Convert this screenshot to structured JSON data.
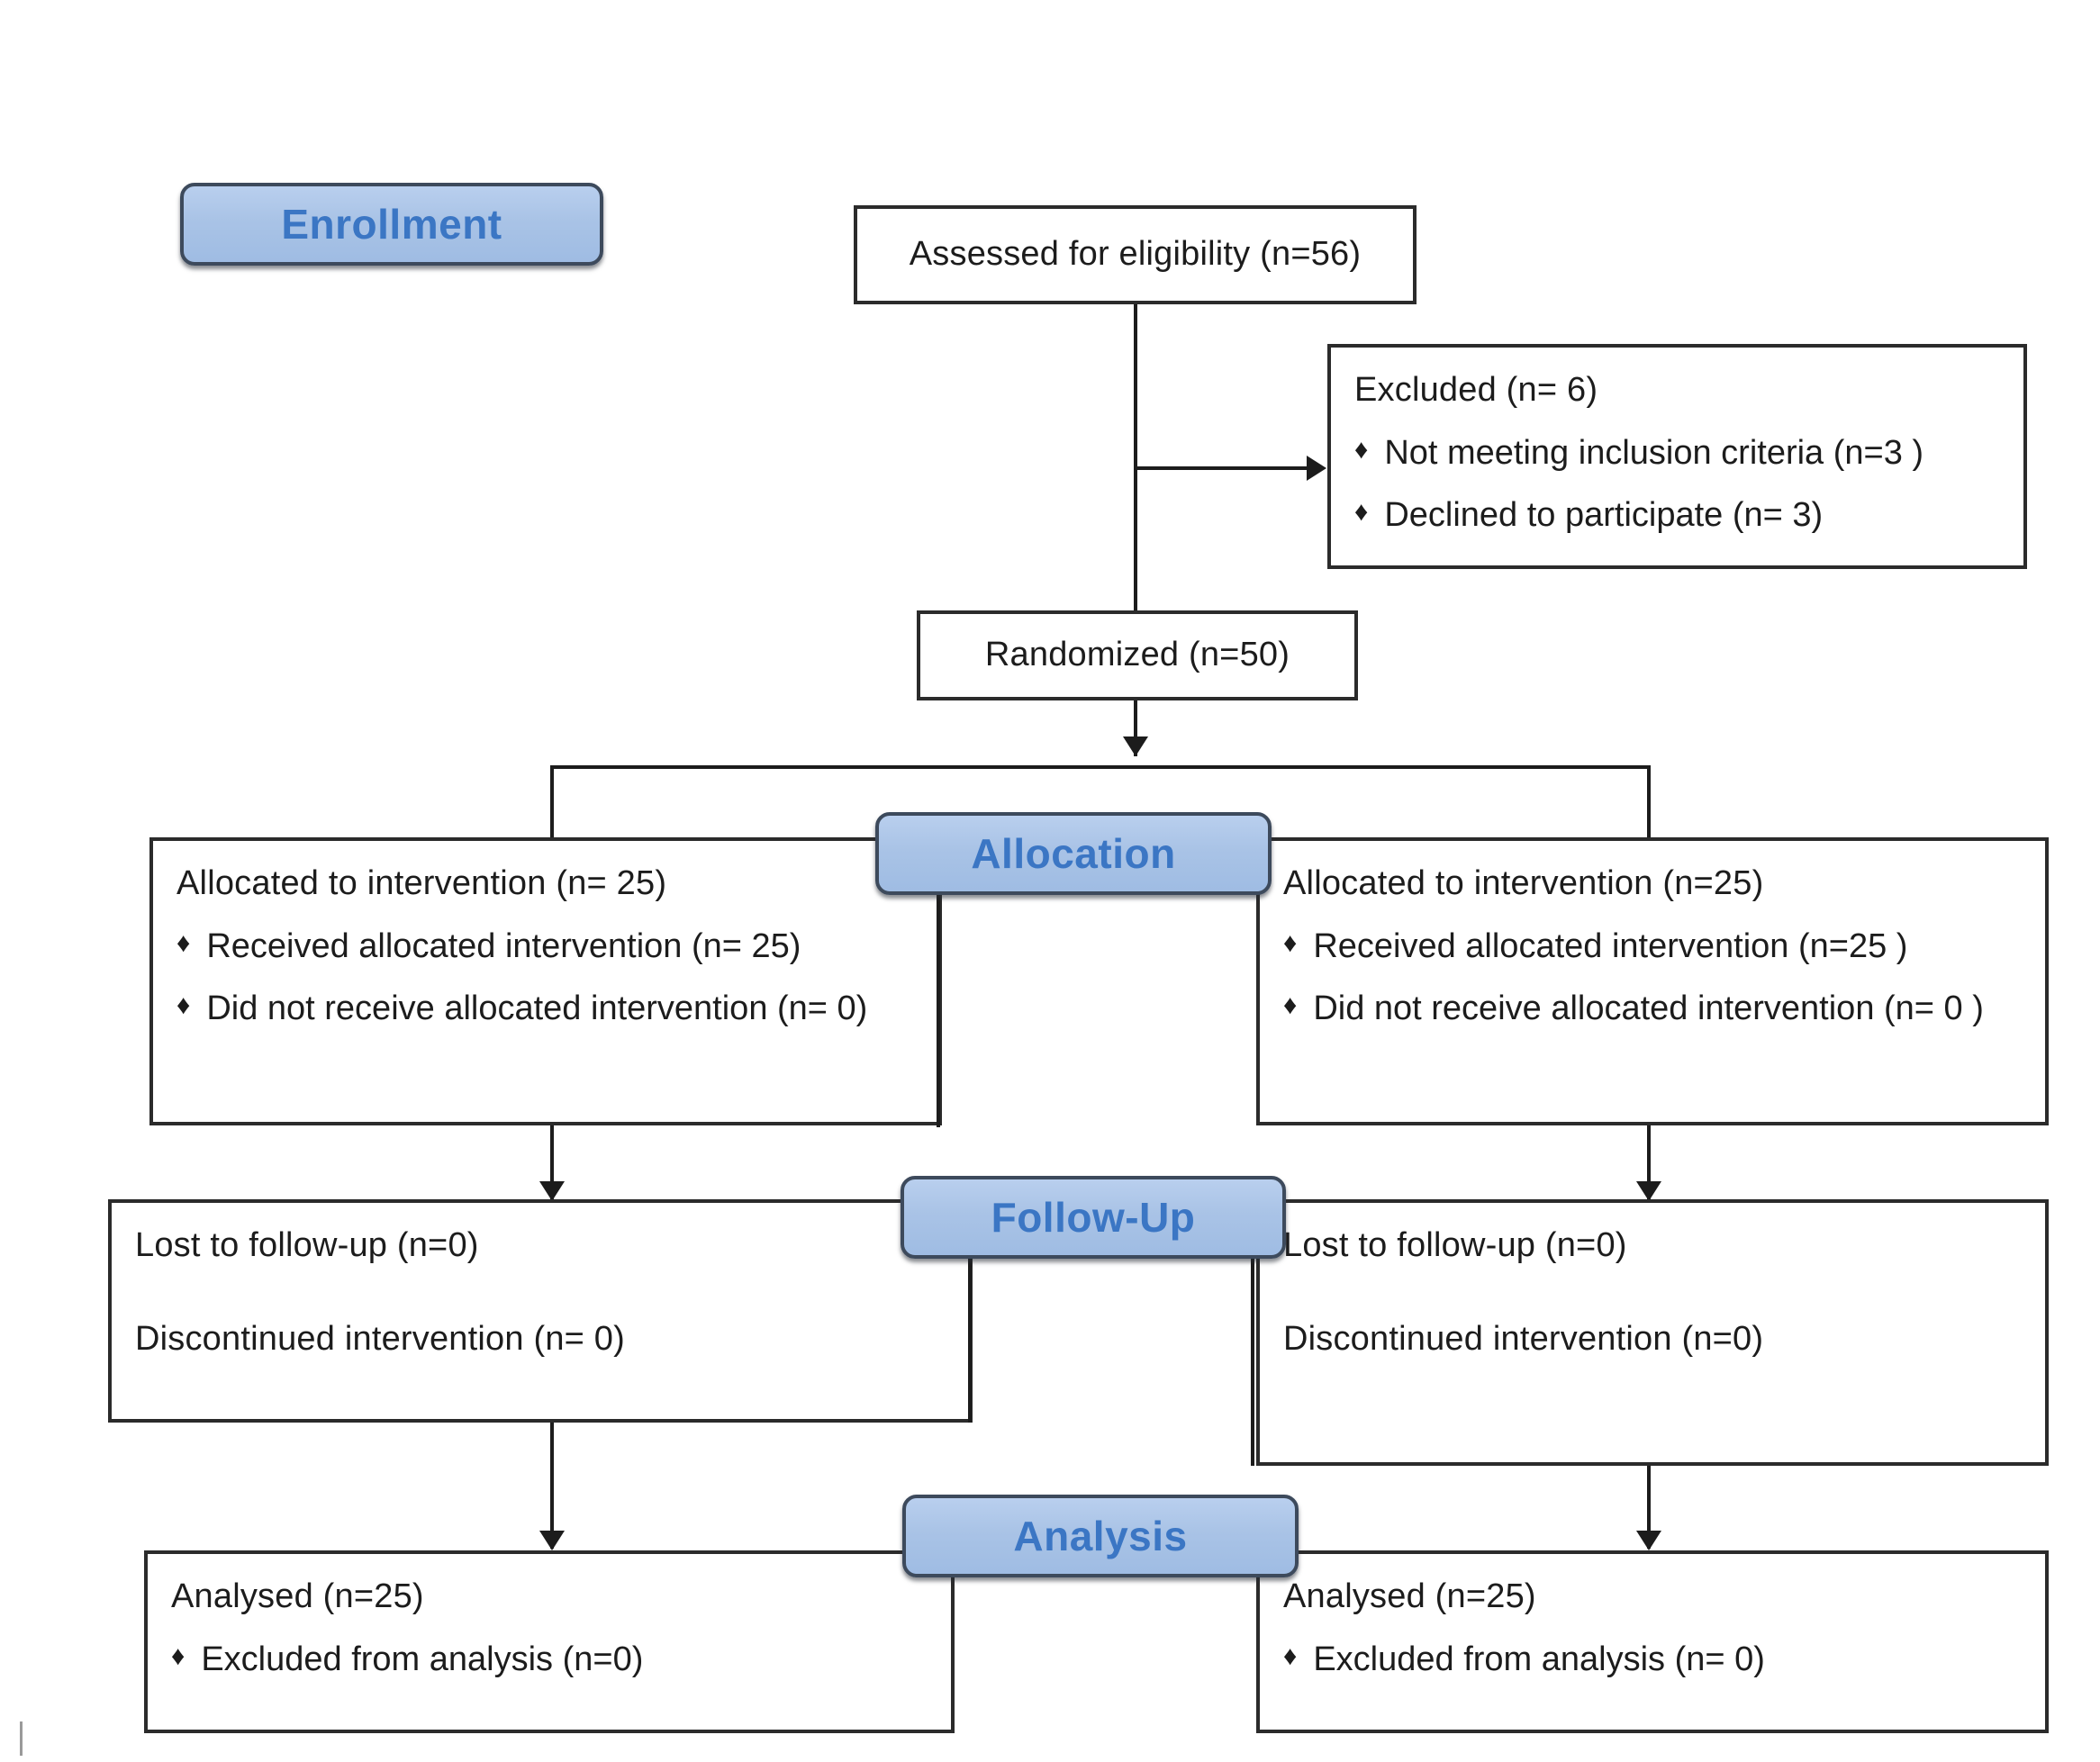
{
  "diagram": {
    "title": "CONSORT participant flow diagram",
    "colors": {
      "pill_fill": "#a9c3e6",
      "pill_border": "#3d4a5c",
      "pill_text": "#3b76c4",
      "box_border": "#2b2b2b",
      "box_fill": "#ffffff",
      "text": "#1c1c1c"
    },
    "stages": {
      "enrollment": "Enrollment",
      "allocation": "Allocation",
      "follow_up": "Follow-Up",
      "analysis": "Analysis"
    },
    "enrollment": {
      "assessed": "Assessed for eligibility (n=56)",
      "excluded": {
        "title": "Excluded (n= 6)",
        "reasons": [
          "Not meeting inclusion criteria (n=3  )",
          "Declined to participate (n= 3)"
        ]
      },
      "randomized": "Randomized (n=50)"
    },
    "allocation": {
      "left": {
        "title": "Allocated to intervention (n= 25)",
        "items": [
          "Received allocated intervention (n=  25)",
          "Did not receive allocated intervention (n= 0)"
        ]
      },
      "right": {
        "title": "Allocated to intervention (n=25)",
        "items": [
          "Received allocated intervention (n=25 )",
          "Did not receive allocated intervention (n= 0 )"
        ]
      }
    },
    "follow_up": {
      "left": {
        "lost": "Lost to follow-up (n=0)",
        "discontinued": "Discontinued intervention (n= 0)"
      },
      "right": {
        "lost": "Lost to follow-up (n=0)",
        "discontinued": "Discontinued intervention (n=0)"
      }
    },
    "analysis": {
      "left": {
        "title": "Analysed (n=25)",
        "items": [
          "Excluded from analysis (n=0)"
        ]
      },
      "right": {
        "title": "Analysed (n=25)",
        "items": [
          "Excluded from analysis (n= 0)"
        ]
      }
    },
    "bullet_glyph": "♦"
  }
}
